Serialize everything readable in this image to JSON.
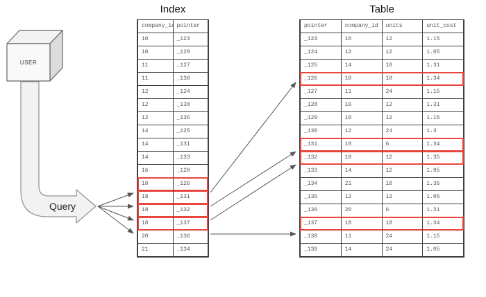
{
  "diagram": {
    "index_title": "Index",
    "table_title": "Table",
    "user_label": "USER",
    "query_label": "Query"
  },
  "colors": {
    "highlight": "#e8453c",
    "table_border": "#3f3f3f",
    "arrow": "#555555",
    "cube_front": "#f9f9f9",
    "cube_top": "#f2f2f2",
    "cube_side": "#dcdcdc"
  },
  "icons": {
    "user_cube": "user-cube-icon",
    "query_arrow": "query-bent-arrow-icon"
  },
  "index": {
    "headers": [
      "company_id",
      "pointer"
    ],
    "rows": [
      {
        "cells": [
          "10",
          "_123"
        ],
        "highlighted": false
      },
      {
        "cells": [
          "10",
          "_129"
        ],
        "highlighted": false
      },
      {
        "cells": [
          "11",
          "_127"
        ],
        "highlighted": false
      },
      {
        "cells": [
          "11",
          "_138"
        ],
        "highlighted": false
      },
      {
        "cells": [
          "12",
          "_124"
        ],
        "highlighted": false
      },
      {
        "cells": [
          "12",
          "_130"
        ],
        "highlighted": false
      },
      {
        "cells": [
          "12",
          "_135"
        ],
        "highlighted": false
      },
      {
        "cells": [
          "14",
          "_125"
        ],
        "highlighted": false
      },
      {
        "cells": [
          "14",
          "_131"
        ],
        "highlighted": false
      },
      {
        "cells": [
          "14",
          "_133"
        ],
        "highlighted": false
      },
      {
        "cells": [
          "16",
          "_128"
        ],
        "highlighted": false
      },
      {
        "cells": [
          "18",
          "_126"
        ],
        "highlighted": true
      },
      {
        "cells": [
          "18",
          "_131"
        ],
        "highlighted": true
      },
      {
        "cells": [
          "18",
          "_132"
        ],
        "highlighted": true
      },
      {
        "cells": [
          "18",
          "_137"
        ],
        "highlighted": true
      },
      {
        "cells": [
          "20",
          "_136"
        ],
        "highlighted": false
      },
      {
        "cells": [
          "21",
          "_134"
        ],
        "highlighted": false
      }
    ]
  },
  "table": {
    "headers": [
      "pointer",
      "company_id",
      "units",
      "unit_cost"
    ],
    "rows": [
      {
        "cells": [
          "_123",
          "10",
          "12",
          "1.15"
        ],
        "highlighted": false
      },
      {
        "cells": [
          "_124",
          "12",
          "12",
          "1.05"
        ],
        "highlighted": false
      },
      {
        "cells": [
          "_125",
          "14",
          "18",
          "1.31"
        ],
        "highlighted": false
      },
      {
        "cells": [
          "_126",
          "18",
          "18",
          "1.34"
        ],
        "highlighted": true
      },
      {
        "cells": [
          "_127",
          "11",
          "24",
          "1.15"
        ],
        "highlighted": false
      },
      {
        "cells": [
          "_128",
          "16",
          "12",
          "1.31"
        ],
        "highlighted": false
      },
      {
        "cells": [
          "_129",
          "10",
          "12",
          "1.15"
        ],
        "highlighted": false
      },
      {
        "cells": [
          "_130",
          "12",
          "24",
          "1.3"
        ],
        "highlighted": false
      },
      {
        "cells": [
          "_131",
          "18",
          "6",
          "1.34"
        ],
        "highlighted": true
      },
      {
        "cells": [
          "_132",
          "18",
          "12",
          "1.35"
        ],
        "highlighted": true
      },
      {
        "cells": [
          "_133",
          "14",
          "12",
          "1.95"
        ],
        "highlighted": false
      },
      {
        "cells": [
          "_134",
          "21",
          "18",
          "1.36"
        ],
        "highlighted": false
      },
      {
        "cells": [
          "_135",
          "12",
          "12",
          "1.05"
        ],
        "highlighted": false
      },
      {
        "cells": [
          "_136",
          "20",
          "6",
          "1.31"
        ],
        "highlighted": false
      },
      {
        "cells": [
          "_137",
          "18",
          "18",
          "1.34"
        ],
        "highlighted": true
      },
      {
        "cells": [
          "_138",
          "11",
          "24",
          "1.15"
        ],
        "highlighted": false
      },
      {
        "cells": [
          "_139",
          "14",
          "24",
          "1.05"
        ],
        "highlighted": false
      }
    ]
  },
  "connections": {
    "query_to_index_rows": [
      "_126",
      "_131",
      "_132",
      "_137"
    ],
    "index_to_table_pointers": [
      "_126",
      "_131",
      "_132",
      "_137"
    ]
  }
}
